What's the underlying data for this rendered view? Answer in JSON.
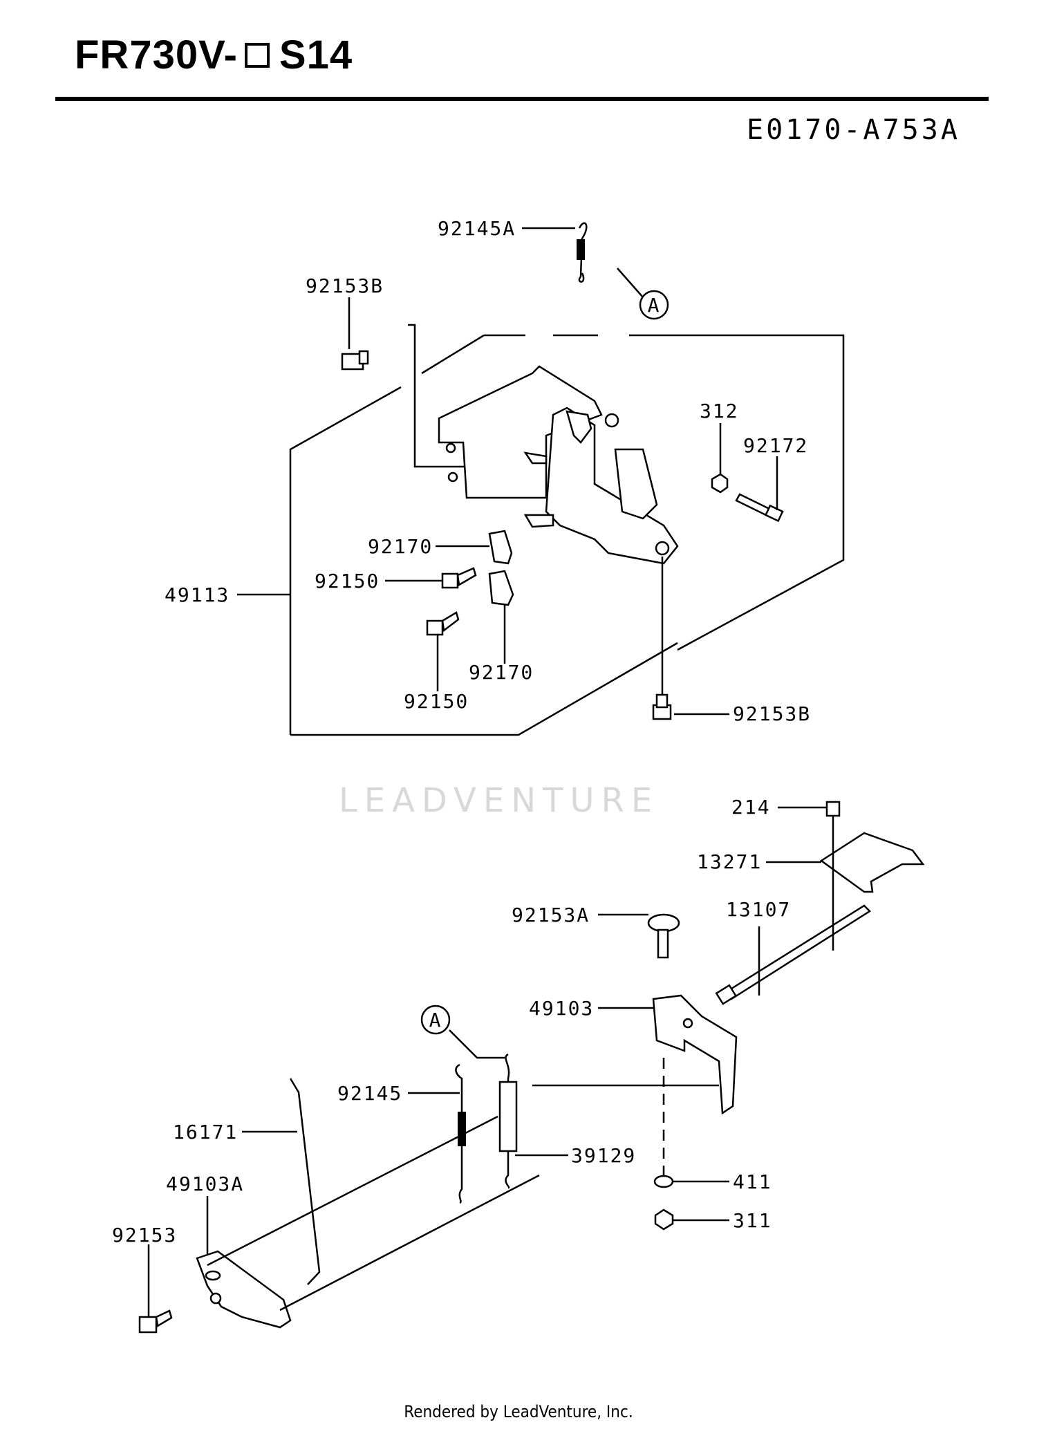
{
  "header": {
    "title_prefix": "FR730V-",
    "title_suffix": "S14",
    "diagram_code": "E0170-A753A"
  },
  "watermark": "LEADVENTURE",
  "footer": "Rendered by LeadVenture, Inc.",
  "callouts": {
    "ref_a": "A"
  },
  "parts": {
    "p92145A": "92145A",
    "p92153B_top": "92153B",
    "p312": "312",
    "p92172": "92172",
    "p92170_top": "92170",
    "p92150_top": "92150",
    "p49113": "49113",
    "p92170_bottom": "92170",
    "p92150_bottom": "92150",
    "p92153B_bottom": "92153B",
    "p214": "214",
    "p13271": "13271",
    "p92153A": "92153A",
    "p13107": "13107",
    "p49103": "49103",
    "p92145": "92145",
    "p16171": "16171",
    "p39129": "39129",
    "p49103A": "49103A",
    "p411": "411",
    "p92153": "92153",
    "p311": "311"
  }
}
